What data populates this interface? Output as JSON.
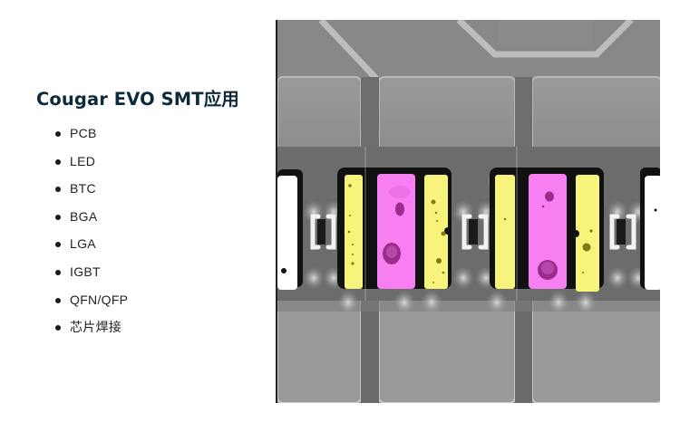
{
  "heading": {
    "title": "Cougar EVO SMT应用",
    "color": "#0d2a3a"
  },
  "applications": {
    "items": [
      {
        "label": "PCB"
      },
      {
        "label": "LED"
      },
      {
        "label": "BTC"
      },
      {
        "label": "BGA"
      },
      {
        "label": "LGA"
      },
      {
        "label": "IGBT"
      },
      {
        "label": "QFN/QFP"
      },
      {
        "label": "芯片焊接"
      }
    ]
  },
  "xray_image": {
    "description": "X-ray inspection image of SMT components with voids highlighted",
    "colors": {
      "solder_pad_yellow": "#f6f47a",
      "die_magenta": "#f77ff2",
      "void_purple": "#9a2d8c",
      "void_olive": "#7d7a14",
      "background_gray": "#8e8e8e"
    }
  }
}
